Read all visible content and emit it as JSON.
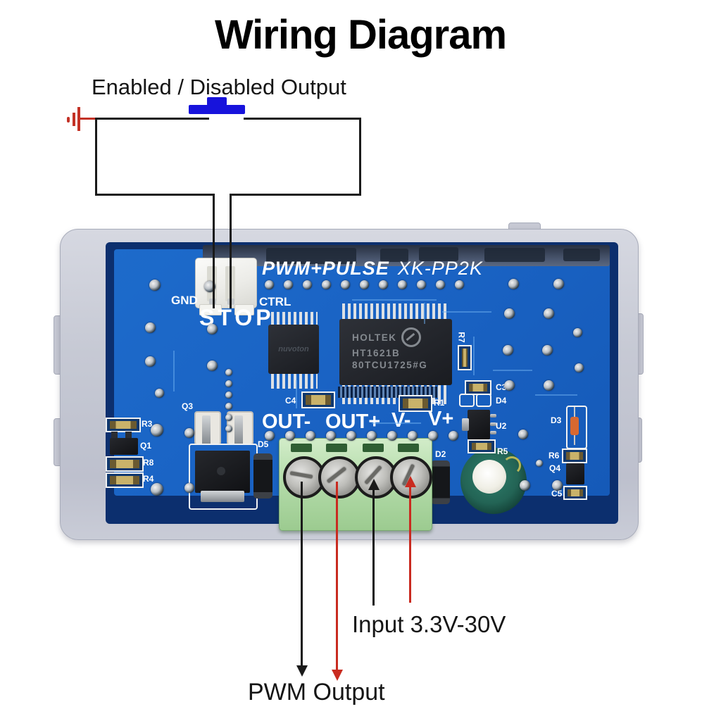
{
  "title": "Wiring Diagram",
  "annotations": {
    "enabled_output": "Enabled / Disabled Output",
    "input_range": "Input 3.3V-30V",
    "pwm_output": "PWM Output"
  },
  "board": {
    "silkscreen": {
      "model_prefix": "PWM+PULSE",
      "model": "XK-PP2K",
      "gnd": "GND",
      "ctrl": "CTRL",
      "stop": "STOP",
      "out_minus": "OUT-",
      "out_plus": "OUT+",
      "v_minus": "V-",
      "v_plus": "V+"
    },
    "ics": {
      "mcu_brand": "nuvoton",
      "driver_brand": "HOLTEK",
      "driver_part": "HT1621B",
      "driver_lot": "80TCU1725#G"
    },
    "refs": {
      "r3": "R3",
      "q1": "Q1",
      "r8": "R8",
      "r4": "R4",
      "q3": "Q3",
      "d5": "D5",
      "d2": "D2",
      "c4": "C4",
      "r1": "R1",
      "r7": "R7",
      "c3": "C3",
      "d4": "D4",
      "u2": "U2",
      "r5": "R5",
      "d3": "D3",
      "r6": "R6",
      "q4": "Q4",
      "c5": "C5"
    }
  },
  "colors": {
    "pcb_blue": "#1a63c4",
    "pcb_dark": "#0c2f6e",
    "case_grey": "#c9ccd7",
    "terminal_green": "#b4dcaa",
    "switch_blue": "#1713dc",
    "wire_red": "#c92b20",
    "wire_black": "#1a1a1a",
    "silkscreen_white": "#ffffff"
  }
}
